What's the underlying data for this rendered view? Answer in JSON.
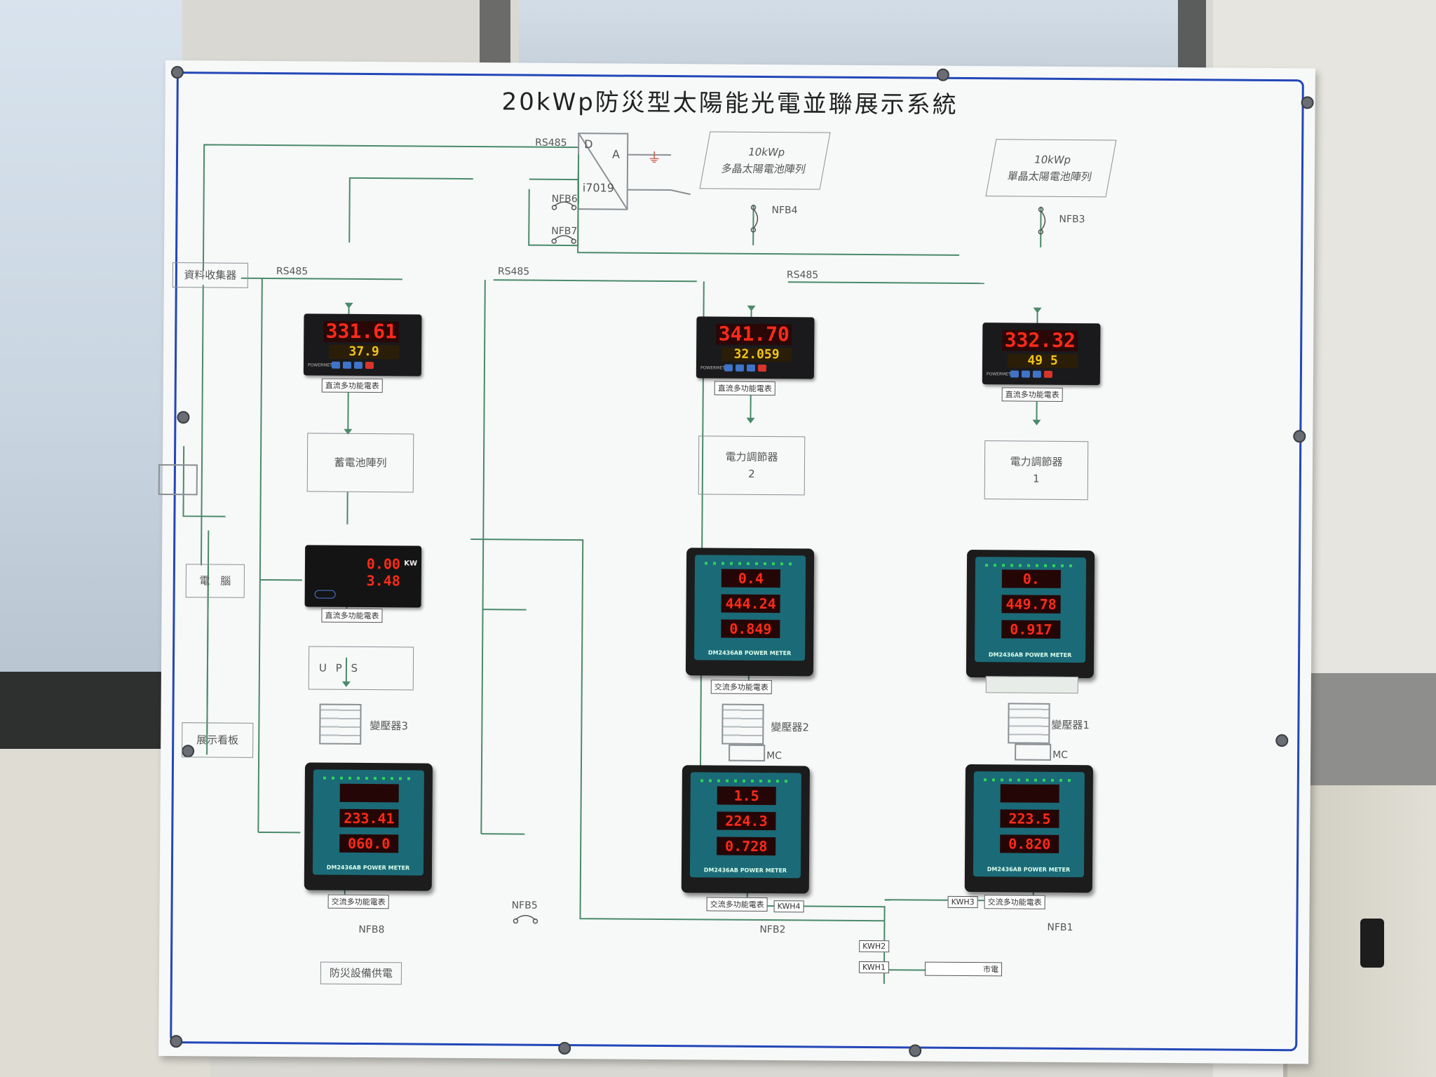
{
  "board": {
    "title": "20kWp防災型太陽能光電並聯展示系統"
  },
  "labels": {
    "rs485_top": "RS485",
    "converter_d": "D",
    "converter_a": "A",
    "converter_model": "i7019",
    "nfb6": "NFB6",
    "nfb7": "NFB7",
    "nfb4": "NFB4",
    "nfb3": "NFB3",
    "rs485_a": "RS485",
    "rs485_b": "RS485",
    "rs485_c": "RS485",
    "nfb8": "NFB8",
    "nfb2": "NFB2",
    "nfb1": "NFB1",
    "nfb5": "NFB5",
    "mc_2": "MC",
    "mc_1": "MC",
    "transformer_3": "變壓器3",
    "transformer_2": "變壓器2",
    "transformer_1": "變壓器1",
    "kwh4": "KWH4",
    "kwh3": "KWH3",
    "kwh2": "KWH2",
    "kwh1": "KWH1",
    "grid": "市電"
  },
  "boxes": {
    "poly_array": "10kWp\n多晶太陽電池陣列",
    "mono_array": "10kWp\n單晶太陽電池陣列",
    "data_collector": "資料收集器",
    "battery_array": "蓄電池陣列",
    "inverter2_line1": "電力調節器",
    "inverter2_line2": "2",
    "inverter1_line1": "電力調節器",
    "inverter1_line2": "1",
    "computer": "電　腦",
    "display_board": "展示看板",
    "ups": "U P S",
    "disaster_supply": "防災設備供電"
  },
  "meters": {
    "dc_meter_label": "直流多功能電表",
    "ac_meter_label": "交流多功能電表",
    "dc1_top": "331.61",
    "dc1_bottom": "37.9",
    "dc2_top": "341.70",
    "dc2_bottom": "32.059",
    "dc3_top": "332.32",
    "dc3_bottom": "49   5",
    "battery_kw": "0.00",
    "battery_kw_unit": "KW",
    "battery_v": "3.48",
    "ac_inv2_r1": "0.4",
    "ac_inv2_r2": "444.24",
    "ac_inv2_r3": "0.849",
    "ac_inv1_r1": "0.",
    "ac_inv1_r2": "449.78",
    "ac_inv1_r3": "0.917",
    "ac_ups_r1": "",
    "ac_ups_r2": "233.41",
    "ac_ups_r3": "060.0",
    "ac_mid_r1": "1.5",
    "ac_mid_r2": "224.3",
    "ac_mid_r3": "0.728",
    "ac_right_r1": "",
    "ac_right_r2": "223.5",
    "ac_right_r3": "0.820",
    "ac_brand": "DM2436AB POWER METER",
    "dc_brand": "POWERMETER"
  },
  "colors": {
    "board_border": "#2347b8",
    "wire": "#4a8a6a",
    "led_red": "#ff2a1a",
    "led_amber": "#f3c419",
    "meter_face": "#1b6a77"
  }
}
